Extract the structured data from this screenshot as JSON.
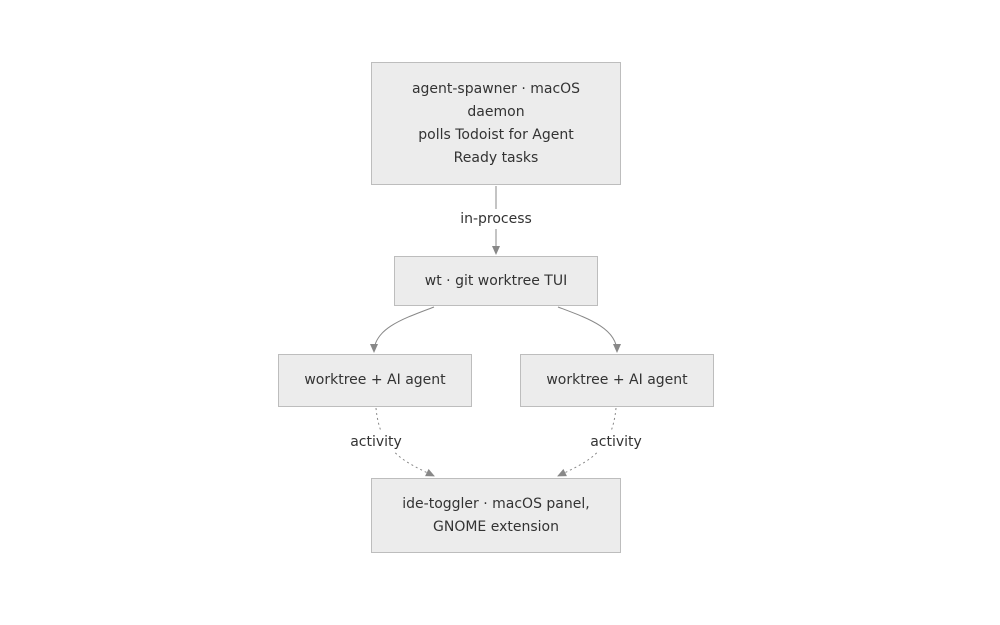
{
  "nodes": {
    "spawner": "agent-spawner · macOS\ndaemon\npolls Todoist for Agent\nReady tasks",
    "wt": "wt · git worktree TUI",
    "worktree_left": "worktree + AI agent",
    "worktree_right": "worktree + AI agent",
    "toggler": "ide-toggler · macOS panel,\nGNOME extension"
  },
  "edges": {
    "spawner_to_wt": "in-process",
    "left_to_toggler": "activity",
    "right_to_toggler": "activity"
  },
  "colors": {
    "node_fill": "#ececec",
    "node_border": "#bdbdbd",
    "edge": "#888888",
    "text": "#333333"
  }
}
